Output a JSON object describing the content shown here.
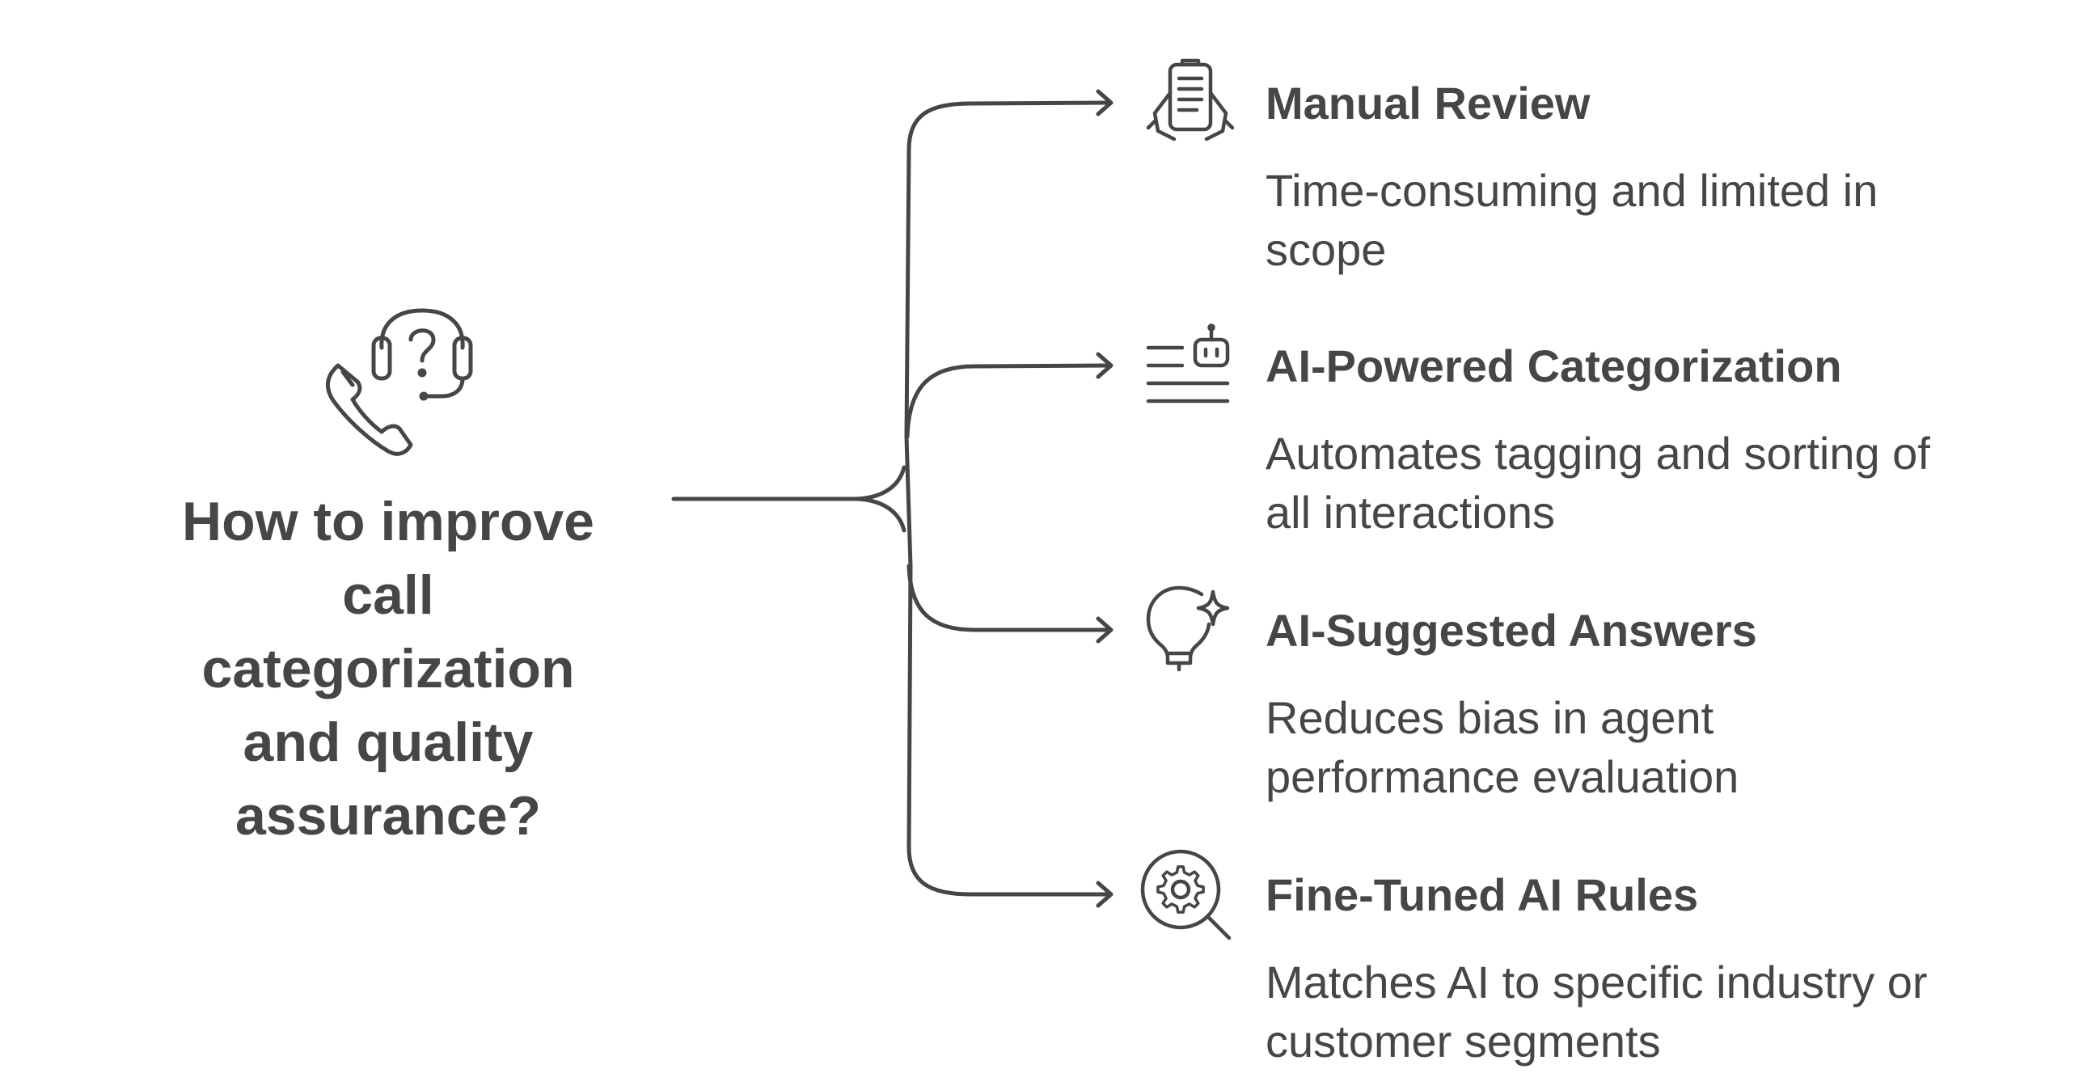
{
  "question": {
    "lines": [
      "How to improve",
      "call",
      "categorization",
      "and quality",
      "assurance?"
    ],
    "icon": "headset-phone-question-icon"
  },
  "items": [
    {
      "title": "Manual Review",
      "description": "Time-consuming and limited in scope",
      "icon": "handheld-document-icon"
    },
    {
      "title": "AI-Powered Categorization",
      "description": "Automates tagging and sorting of all interactions",
      "icon": "robot-list-icon"
    },
    {
      "title": "AI-Suggested Answers",
      "description": "Reduces bias in agent performance evaluation",
      "icon": "lightbulb-sparkle-icon"
    },
    {
      "title": "Fine-Tuned AI Rules",
      "description": "Matches AI to specific industry or customer segments",
      "icon": "gear-magnifier-icon"
    }
  ],
  "colors": {
    "stroke": "#464646",
    "text": "#464646",
    "background": "#ffffff"
  }
}
